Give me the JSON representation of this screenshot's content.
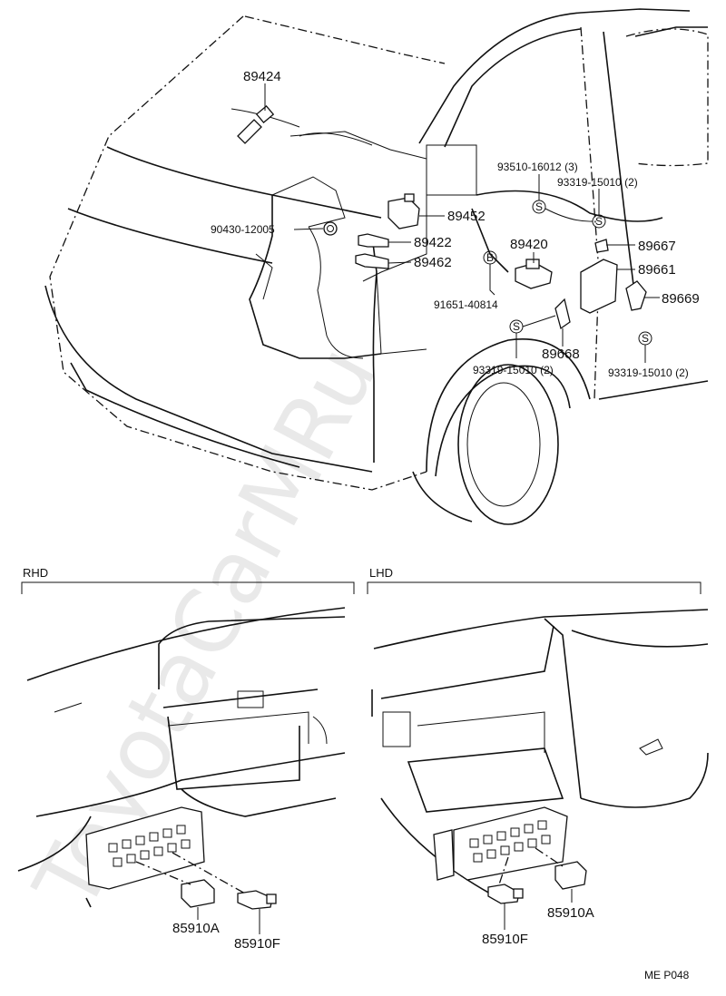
{
  "labels": {
    "p89424": "89424",
    "p90430": "90430-12005",
    "p89452": "89452",
    "p89422": "89422",
    "p89462": "89462",
    "p89420": "89420",
    "p93510": "93510-16012 (3)",
    "p93319_top": "93319-15010 (2)",
    "p89667": "89667",
    "p89661": "89661",
    "p89669": "89669",
    "p91651": "91651-40814",
    "p89668": "89668",
    "p93319_left": "93319-15010 (2)",
    "p93319_right": "93319-15010 (2)",
    "p85910a": "85910A",
    "p85910f": "85910F"
  },
  "markers": {
    "s": "S",
    "b": "B"
  },
  "sections": {
    "rhd": "RHD",
    "lhd": "LHD"
  },
  "code": "ME  P048",
  "watermark": "ToyotaCarMRu"
}
